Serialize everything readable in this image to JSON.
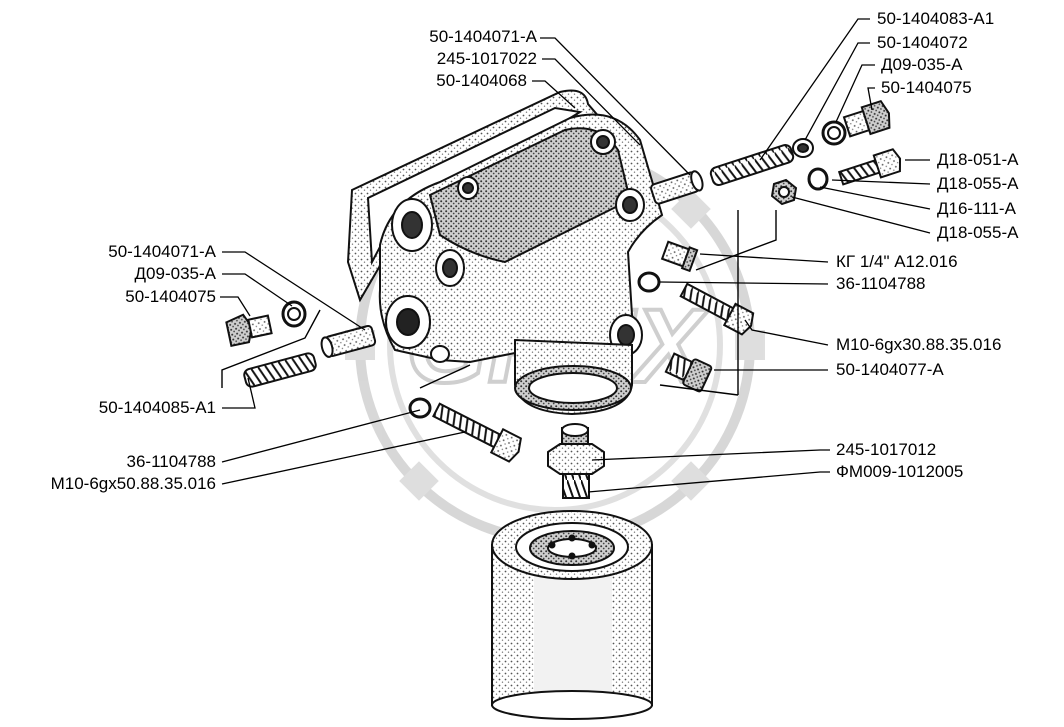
{
  "diagram": {
    "watermark": "GREX",
    "colors": {
      "ink": "#1a1a1a",
      "line": "#000000",
      "watermark": "#b8b8b8",
      "shade": "#9a9a9a"
    },
    "labels": {
      "top_center_1": "50-1404071-А",
      "top_center_2": "245-1017022",
      "top_center_3": "50-1404068",
      "top_right_1": "50-1404083-А1",
      "top_right_2": "50-1404072",
      "top_right_3": "Д09-035-А",
      "top_right_4": "50-1404075",
      "right_1": "Д18-051-А",
      "right_2": "Д18-055-А",
      "right_3": "Д16-111-А",
      "right_4": "Д18-055-А",
      "right_5": "КГ 1/4\" А12.016",
      "right_6": "36-1104788",
      "right_7": "М10-6gх30.88.35.016",
      "right_8": "50-1404077-А",
      "left_1": "50-1404071-А",
      "left_2": "Д09-035-А",
      "left_3": "50-1404075",
      "left_4": "50-1404085-А1",
      "bottom_1": "36-1104788",
      "bottom_2": "М10-6gх50.88.35.016",
      "bottom_right_1": "245-1017012",
      "bottom_right_2": "ФМ009-1012005"
    }
  }
}
